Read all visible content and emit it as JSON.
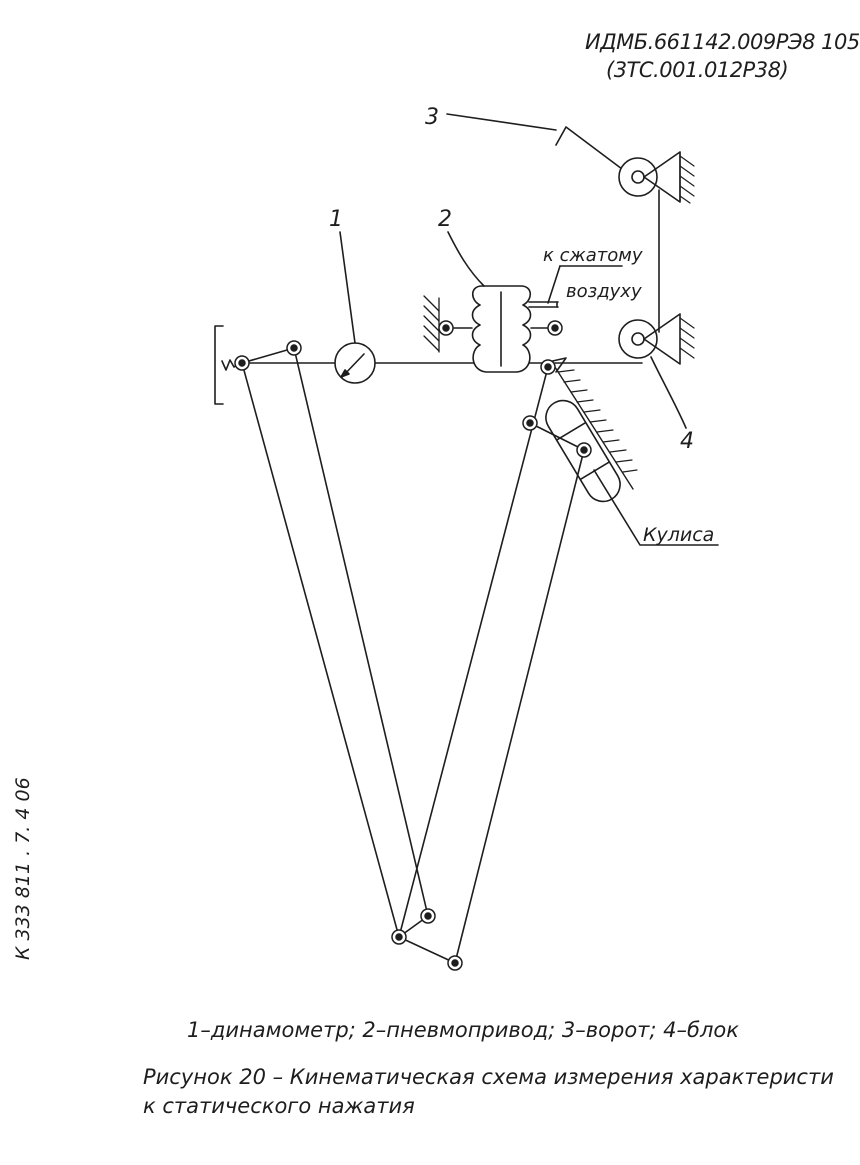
{
  "header": {
    "doc_code_line1": "ИДМБ.661142.009РЭ8 105",
    "doc_code_line2": "(3ТС.001.012Р38)"
  },
  "side_stamp": "К 333 811 .  7. 4 06 ",
  "diagram": {
    "labels": {
      "one": "1",
      "two": "2",
      "three": "3",
      "four": "4",
      "air_line1": "к сжатому",
      "air_line2": "воздуху",
      "kulisa": "Кулиса"
    }
  },
  "legend": "1–динамометр; 2–пневмопривод; 3–ворот; 4–блок",
  "caption": {
    "line1": "Рисунок 20 – Кинематическая схема измерения характеристи",
    "line2": "к статического нажатия"
  }
}
